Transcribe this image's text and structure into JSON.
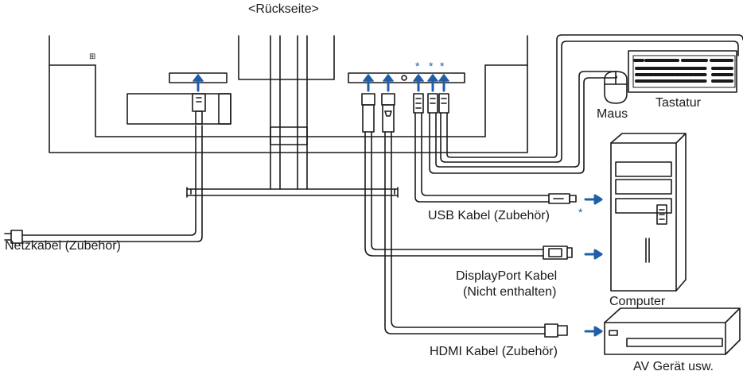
{
  "header": {
    "title": "<Rückseite>"
  },
  "labels": {
    "power_cable": "Netzkabel (Zubehör)",
    "usb_cable": "USB Kabel (Zubehör)",
    "usb_star": "*",
    "displayport_cable_line1": "DisplayPort Kabel",
    "displayport_cable_line2": "(Nicht enthalten)",
    "hdmi_cable": "HDMI Kabel (Zubehör)",
    "mouse": "Maus",
    "keyboard": "Tastatur",
    "computer": "Computer",
    "av_device": "AV Gerät usw."
  },
  "port_markers": [
    "*",
    "*",
    "*"
  ],
  "colors": {
    "line": "#1a1a1a",
    "arrow": "#1f5fa8",
    "background": "#ffffff"
  }
}
